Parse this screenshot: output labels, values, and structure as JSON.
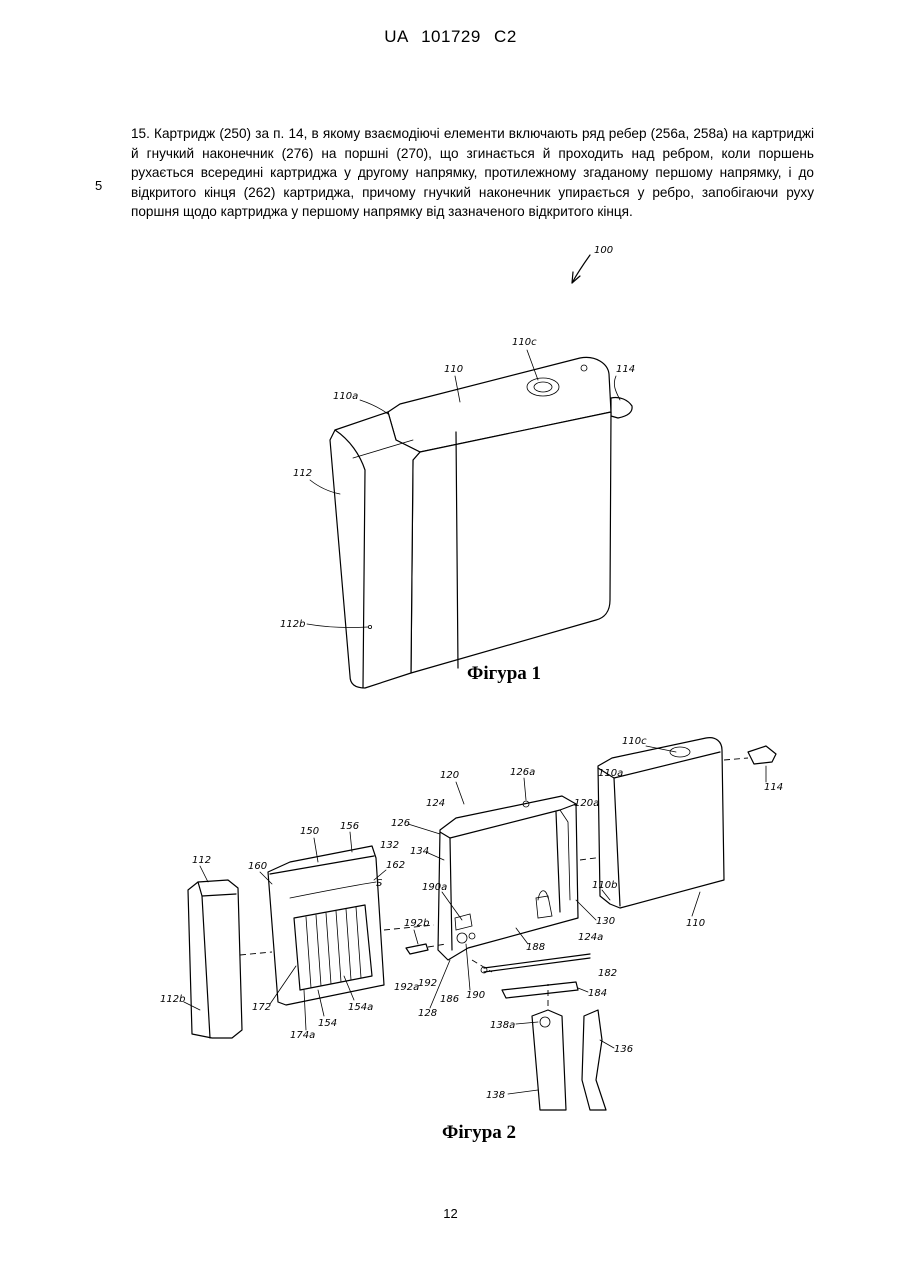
{
  "header": {
    "patent_number": "UA   101729   C2"
  },
  "claim": {
    "line_number": "5",
    "text": "15. Картридж (250) за п. 14, в якому взаємодіючі елементи включають ряд ребер (256а, 258а) на картриджі й гнучкий наконечник (276) на поршні (270), що згинається й проходить над ребром, коли поршень рухається всередині картриджа у другому напрямку, протилежному згаданому першому напрямку, і до відкритого кінця (262) картриджа, причому гнучкий наконечник упирається у ребро, запобігаючи руху поршня щодо картриджа у першому напрямку від зазначеного відкритого кінця."
  },
  "figure1": {
    "caption": "Фігура 1",
    "labels": {
      "l100": "100",
      "l110c": "110c",
      "l110": "110",
      "l110a": "110a",
      "l114": "114",
      "l112": "112",
      "l112b": "112b"
    }
  },
  "figure2": {
    "caption": "Фігура 2",
    "labels": {
      "l120": "120",
      "l126a": "126a",
      "l110c": "110c",
      "l110a": "110a",
      "l114": "114",
      "l124": "124",
      "l120a": "120a",
      "l126": "126",
      "l150": "150",
      "l156": "156",
      "l132": "132",
      "l134": "134",
      "l112": "112",
      "l160": "160",
      "l162": "162",
      "lS": "S",
      "l190a": "190a",
      "l110b": "110b",
      "l130": "130",
      "l110": "110",
      "l192b": "192b",
      "l124a": "124a",
      "l188": "188",
      "l182": "182",
      "l192a": "192a",
      "l192": "192",
      "l186": "186",
      "l190": "190",
      "l184": "184",
      "l172": "172",
      "l154": "154",
      "l154a": "154a",
      "l112b": "112b",
      "l128": "128",
      "l138a": "138a",
      "l174a": "174a",
      "l136": "136",
      "l138": "138"
    }
  },
  "footer": {
    "page_number": "12"
  }
}
